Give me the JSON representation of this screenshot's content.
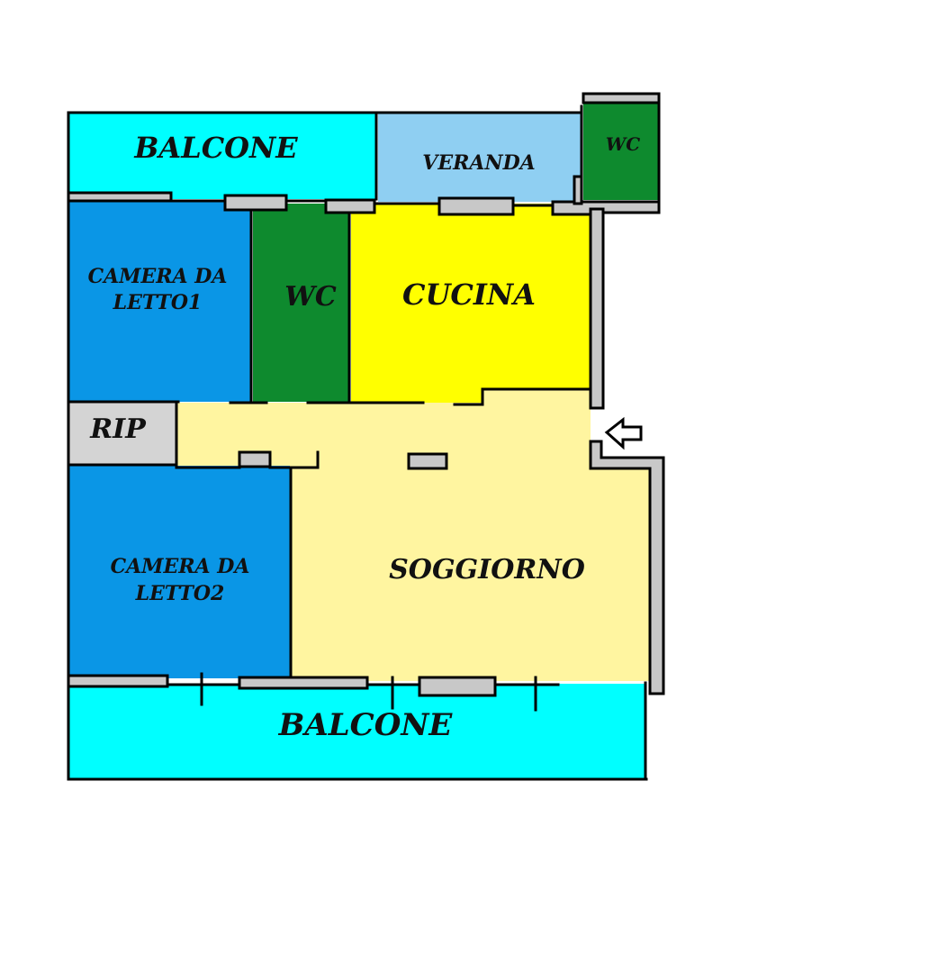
{
  "colors": {
    "balcone": "#00FFFF",
    "veranda": "#8FCFF2",
    "wc": "#0E8A2E",
    "camera": "#0A96E6",
    "cucina": "#FFFF00",
    "soggiorno": "#FFF5A0",
    "rip": "#D4D4D4",
    "wall": "#000000",
    "window": "#C8C8C8"
  },
  "rooms": {
    "balcone_top": "BALCONE",
    "veranda": "VERANDA",
    "wc_small": "WC",
    "camera1_line1": "CAMERA DA",
    "camera1_line2": "LETTO1",
    "wc_main": "WC",
    "cucina": "CUCINA",
    "rip": "RIP",
    "camera2_line1": "CAMERA DA",
    "camera2_line2": "LETTO2",
    "soggiorno": "SOGGIORNO",
    "balcone_bottom": "BALCONE"
  },
  "entrance_arrow": "arrow-left-icon"
}
